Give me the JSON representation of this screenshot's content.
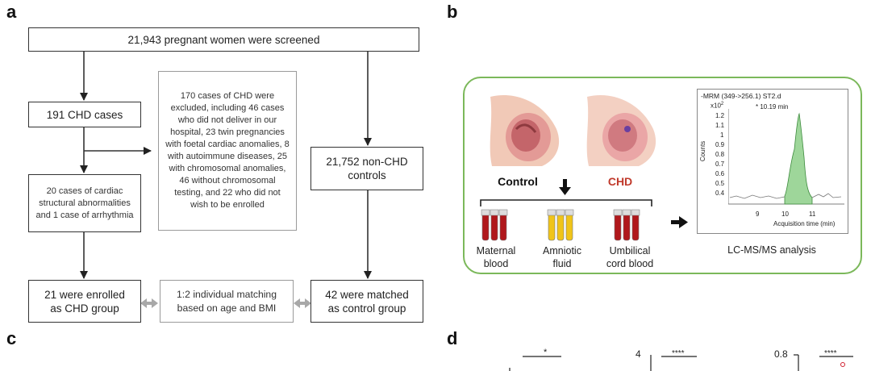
{
  "panels": {
    "a": "a",
    "b": "b",
    "c": "c",
    "d": "d"
  },
  "flow": {
    "screened": "21,943 pregnant women were screened",
    "chd_cases": "191 CHD cases",
    "excluded": "170 cases of CHD were excluded, including 46 cases who did not deliver in our hospital, 23 twin pregnancies with foetal cardiac anomalies, 8 with autoimmune diseases, 25 with chromosomal anomalies, 46 without chromosomal testing, and 22 who did not wish to be enrolled",
    "non_chd": "21,752 non-CHD controls",
    "structural": "20 cases of cardiac structural abnormalities and 1 case of arrhythmia",
    "enrolled": "21 were enrolled as CHD group",
    "matching": "1:2 individual matching based on age and BMI",
    "matched": "42 were matched as control group"
  },
  "workflow": {
    "control": "Control",
    "chd": "CHD",
    "samples": [
      "Maternal blood",
      "Amniotic fluid",
      "Umbilical cord blood"
    ],
    "analysis": "LC-MS/MS analysis",
    "colors": {
      "frame": "#7bb85a",
      "blood": "#b0181c",
      "amniotic": "#f0c419",
      "chd_label": "#c0392b"
    }
  },
  "chromatogram": {
    "title": "-MRM (349->256.1) ST2.d",
    "scale": "x10",
    "scale_exp": "2",
    "peak_label": "* 10.19 min",
    "ylabel": "Counts",
    "xlabel": "Acquisition time (min)",
    "yticks": [
      "1.2",
      "1.1",
      "1",
      "0.9",
      "0.8",
      "0.7",
      "0.6",
      "0.5",
      "0.4"
    ],
    "xticks": [
      "9",
      "10",
      "11"
    ]
  },
  "panel_d": {
    "sig1": "*",
    "sig2": "****",
    "sig3": "****",
    "ytick_first": "4",
    "ytick_third": "0.8"
  }
}
